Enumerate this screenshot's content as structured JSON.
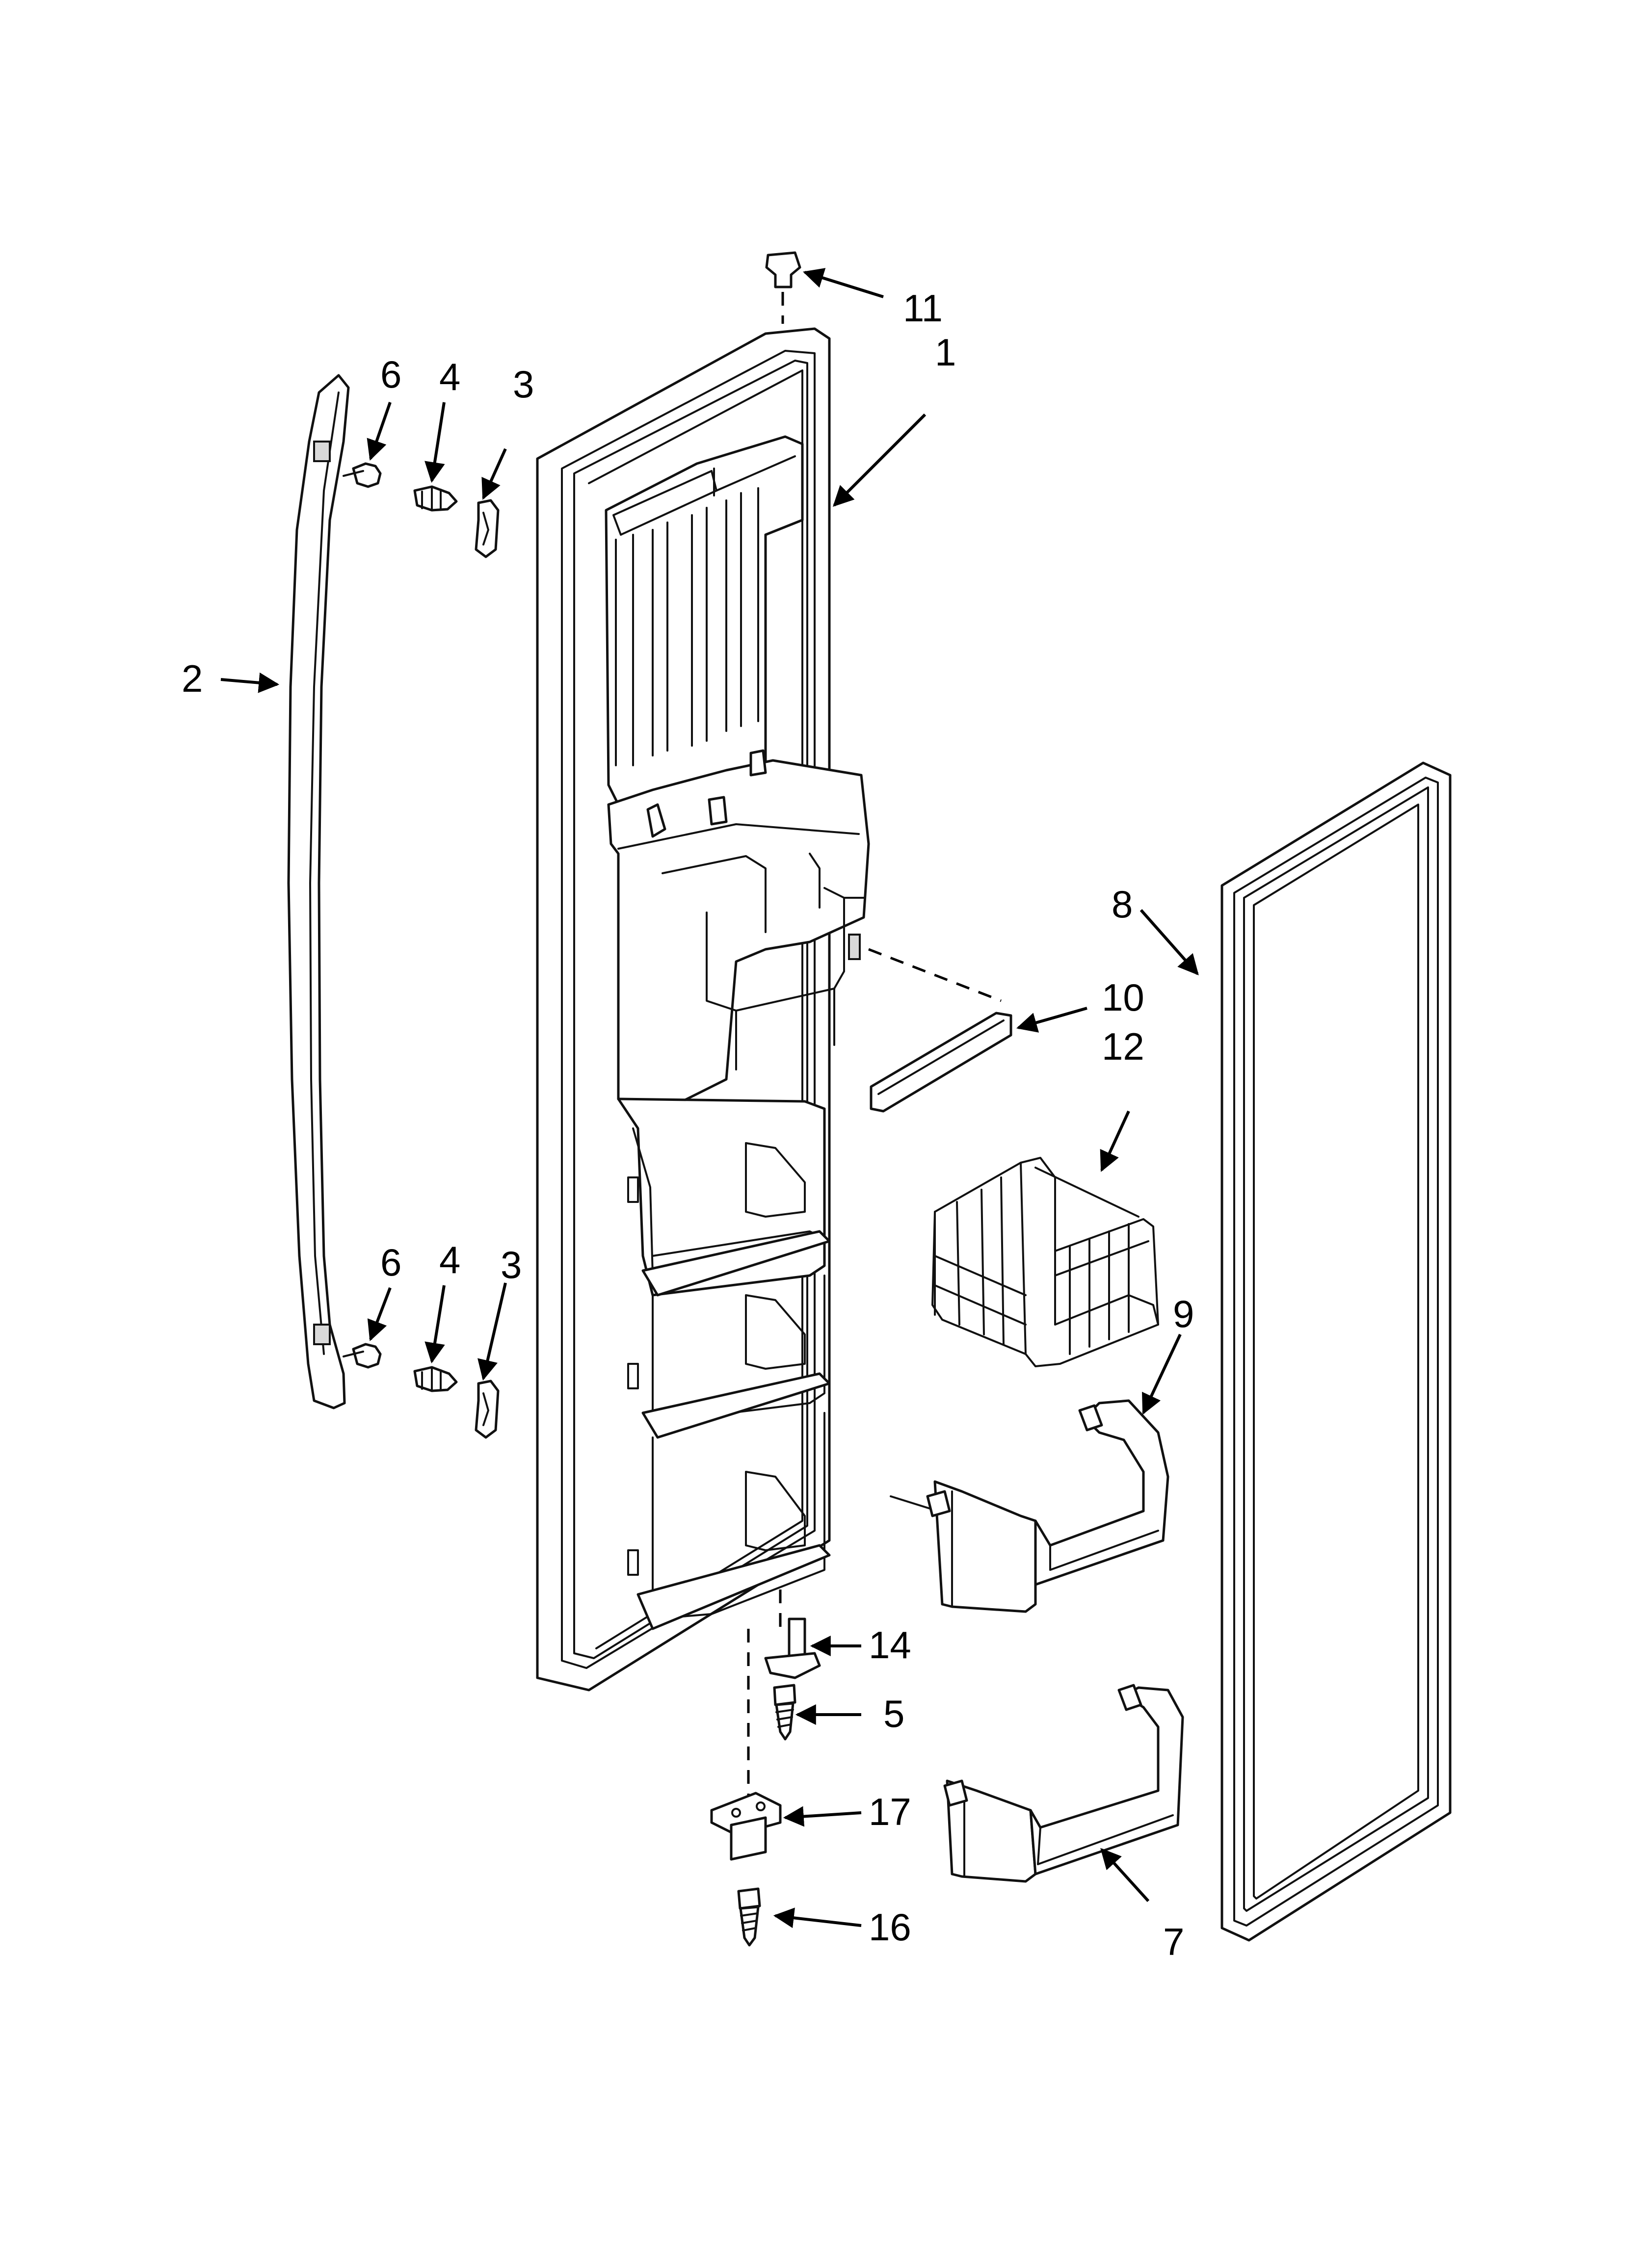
{
  "callouts": {
    "c1": "1",
    "c2": "2",
    "c3a": "3",
    "c3b": "3",
    "c4a": "4",
    "c4b": "4",
    "c5": "5",
    "c6a": "6",
    "c6b": "6",
    "c7": "7",
    "c8": "8",
    "c9": "9",
    "c10": "10",
    "c11": "11",
    "c12": "12",
    "c14": "14",
    "c16": "16",
    "c17": "17"
  }
}
